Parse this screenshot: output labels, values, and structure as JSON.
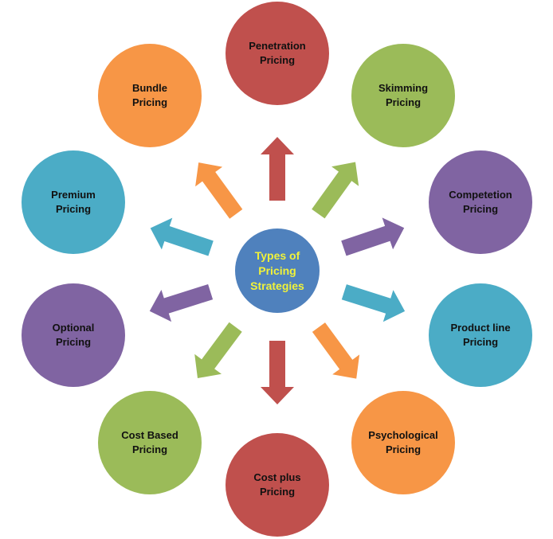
{
  "center": {
    "lines": [
      "Types of",
      "Pricing",
      "Strategies"
    ],
    "color": "#4f81bd",
    "text_color": "#f0f23a"
  },
  "strategies": [
    {
      "lines": [
        "Penetration",
        "Pricing"
      ],
      "color": "#c0504d"
    },
    {
      "lines": [
        "Skimming",
        "Pricing"
      ],
      "color": "#9bbb59"
    },
    {
      "lines": [
        "Competetion",
        "Pricing"
      ],
      "color": "#8064a2"
    },
    {
      "lines": [
        "Product line",
        "Pricing"
      ],
      "color": "#4bacc6"
    },
    {
      "lines": [
        "Psychological",
        "Pricing"
      ],
      "color": "#f79646"
    },
    {
      "lines": [
        "Cost plus",
        "Pricing"
      ],
      "color": "#c0504d"
    },
    {
      "lines": [
        "Cost Based",
        "Pricing"
      ],
      "color": "#9bbb59"
    },
    {
      "lines": [
        "Optional",
        "Pricing"
      ],
      "color": "#8064a2"
    },
    {
      "lines": [
        "Premium",
        "Pricing"
      ],
      "color": "#4bacc6"
    },
    {
      "lines": [
        "Bundle",
        "Pricing"
      ],
      "color": "#f79646"
    }
  ]
}
